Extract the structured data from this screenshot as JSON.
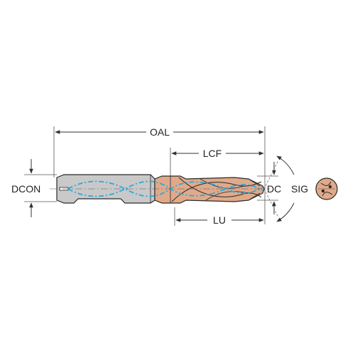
{
  "labels": {
    "oal": "OAL",
    "lcf": "LCF",
    "lu": "LU",
    "dcon": "DCON",
    "dc": "DC",
    "sig": "SIG"
  },
  "colors": {
    "shank": "#c9c9c9",
    "coating": "#e0aa8a",
    "outline": "#2a2a2a",
    "coolant": "#2aa8e0",
    "dimension": "#333333"
  },
  "icons": {
    "end_view": "drill-tip-end-view-icon"
  }
}
